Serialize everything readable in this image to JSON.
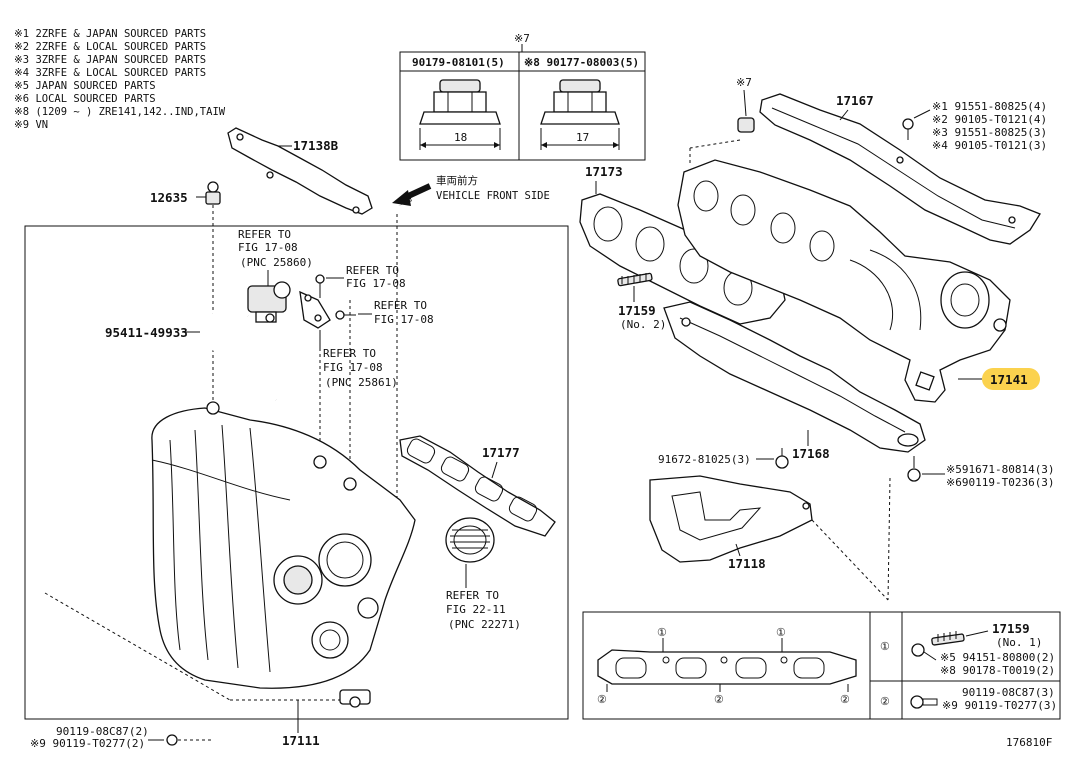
{
  "notes": [
    "※1  2ZRFE & JAPAN SOURCED PARTS",
    "※2  2ZRFE & LOCAL SOURCED PARTS",
    "※3  3ZRFE & JAPAN SOURCED PARTS",
    "※4  3ZRFE & LOCAL SOURCED PARTS",
    "※5  JAPAN SOURCED PARTS",
    "※6  LOCAL SOURCED PARTS",
    "※8 (1209 ~       ) ZRE141,142..IND,TAIW",
    "※9  VN"
  ],
  "nut_table": {
    "mark": "※7",
    "left_header": "90179-08101(5)",
    "right_header": "※8 90177-08003(5)",
    "left_size": "18",
    "right_size": "17"
  },
  "front_side": {
    "jp": "車両前方",
    "en": "VEHICLE FRONT SIDE"
  },
  "labels": {
    "p17138B": "17138B",
    "p12635": "12635",
    "p95411": "95411-49933",
    "p17111": "17111",
    "p17177": "17177",
    "p17173": "17173",
    "p17159": "17159",
    "p17159_no2": "(No. 2)",
    "p17167": "17167",
    "p17141": "17141",
    "p17168": "17168",
    "p17118": "17118",
    "p91672": "91672-81025(3)",
    "mark7": "※7",
    "bolt_bl1": "90119-08C87(2)",
    "bolt_bl2": "※9 90119-T0277(2)",
    "bolt_right1": "※591671-80814(3)",
    "bolt_right2": "※690119-T0236(3)",
    "heat_bolts": [
      "※1 91551-80825(4)",
      "※2 90105-T0121(4)",
      "※3 91551-80825(3)",
      "※4 90105-T0121(3)"
    ],
    "fig_code": "176810F"
  },
  "refs": {
    "r1": [
      "REFER TO",
      "FIG 17-08",
      "(PNC 25860)"
    ],
    "r2": [
      "REFER TO",
      "FIG 17-08"
    ],
    "r3": [
      "REFER TO",
      "FIG 17-08"
    ],
    "r4": [
      "REFER TO",
      "FIG 17-08",
      "(PNC 25861)"
    ],
    "r5": [
      "REFER TO",
      "FIG 22-11",
      "(PNC 22271)"
    ]
  },
  "gasket_table": {
    "circle1": "①",
    "circle2": "②",
    "row1_title": "17159",
    "row1_sub": "(No. 1)",
    "row1_l1": "※5  94151-80800(2)",
    "row1_l2": "※8  90178-T0019(2)",
    "row2_l1": "90119-08C87(3)",
    "row2_l2": "※9 90119-T0277(3)"
  },
  "colors": {
    "highlight": "#fbd24e",
    "line": "#111111"
  }
}
